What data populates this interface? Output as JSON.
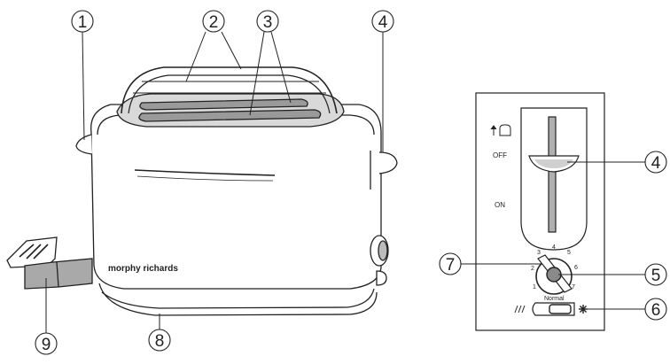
{
  "callouts": [
    "1",
    "2",
    "3",
    "4",
    "5",
    "6",
    "7",
    "8",
    "9"
  ],
  "brand_text": "morphy richards",
  "panel": {
    "off_label": "OFF",
    "on_label": "ON",
    "dial_numbers": [
      "1",
      "2",
      "3",
      "4",
      "5",
      "6",
      "7"
    ],
    "normal_label": "Normal",
    "lift_icon": "lift-toast-icon",
    "defrost_icon": "snowflake-icon",
    "reheat_icon": "heat-lines-icon"
  }
}
